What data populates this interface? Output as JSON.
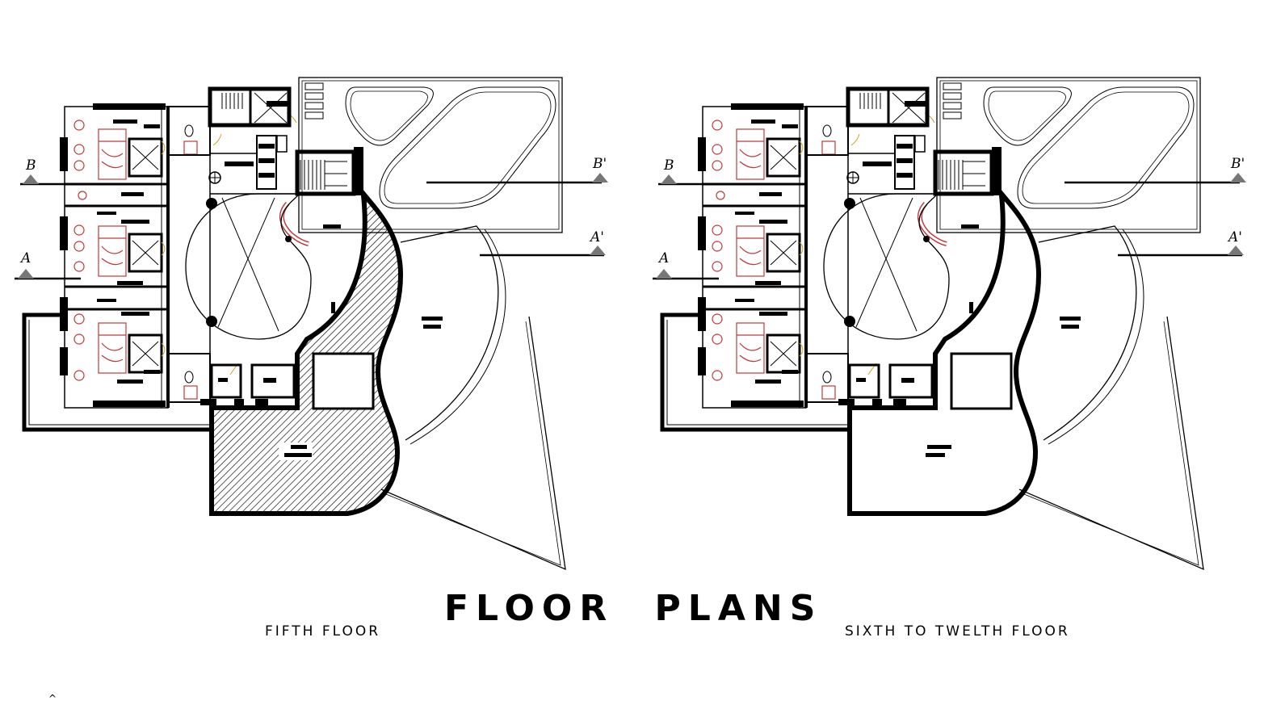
{
  "title": "FLOOR  PLANS",
  "plans": [
    {
      "caption": "FIFTH FLOOR",
      "section_marks": {
        "b_left": "B",
        "b_right": "B'",
        "a_left": "A",
        "a_right": "A'"
      },
      "hatched_wing": true
    },
    {
      "caption": "SIXTH TO TWELTH FLOOR",
      "section_marks": {
        "b_left": "B",
        "b_right": "B'",
        "a_left": "A",
        "a_right": "A'"
      },
      "hatched_wing": false
    }
  ],
  "corner_mark": "^",
  "colors": {
    "lines": "#000000",
    "furniture": "#c0393b",
    "doors": "#c9a227",
    "background": "#ffffff"
  }
}
